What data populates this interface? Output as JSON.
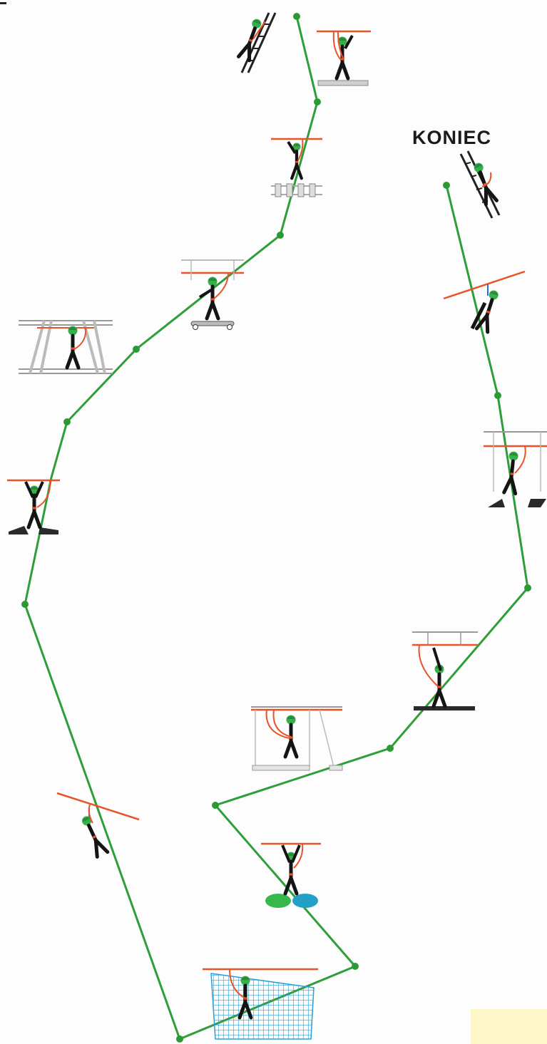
{
  "end_label": "KONIEC",
  "colors": {
    "path": "#2e9e3a",
    "node": "#2c9a34",
    "rope": "#e8542a",
    "person": "#141414",
    "helmet": "#35b04a",
    "structure": "#b8b8b8",
    "net": "#2a9fd8",
    "platform": "#2a2a2a",
    "sticky_note": "#fdf7c9"
  },
  "obstacles": [
    {
      "name": "entry-ladder",
      "icon": "ladder-climb-icon"
    },
    {
      "name": "platform-traverse",
      "icon": "platform-traverse-icon"
    },
    {
      "name": "log-bridge",
      "icon": "log-bridge-icon"
    },
    {
      "name": "skateboard-bridge",
      "icon": "skateboard-bridge-icon"
    },
    {
      "name": "swinging-beams",
      "icon": "swinging-beams-icon"
    },
    {
      "name": "hanging-steps",
      "icon": "hanging-steps-icon"
    },
    {
      "name": "zip-line-1",
      "icon": "zip-line-icon"
    },
    {
      "name": "cargo-net",
      "icon": "cargo-net-icon"
    },
    {
      "name": "barrel-crossing",
      "icon": "barrel-crossing-icon"
    },
    {
      "name": "swing-bridge",
      "icon": "swing-bridge-icon"
    },
    {
      "name": "plank-walk",
      "icon": "plank-walk-icon"
    },
    {
      "name": "rope-stirrups",
      "icon": "rope-stirrups-icon"
    },
    {
      "name": "zip-line-2",
      "icon": "zip-line-icon"
    },
    {
      "name": "exit-ladder",
      "icon": "ladder-climb-icon"
    }
  ]
}
